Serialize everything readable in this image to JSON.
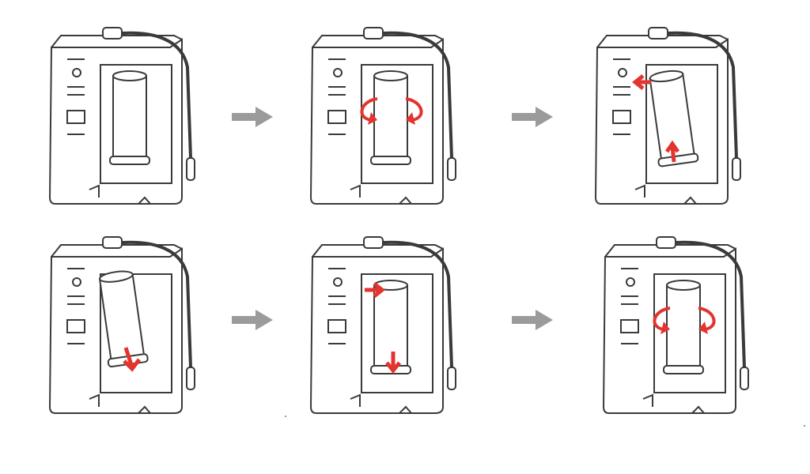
{
  "diagram": {
    "kind": "filter-replacement-steps",
    "colors": {
      "outline": "#3a3a3a",
      "fill": "#ffffff",
      "accent": "#e3342f",
      "flow_arrow": "#9b9b9b"
    },
    "steps": [
      {
        "step": 1,
        "cue": "filter-installed"
      },
      {
        "step": 2,
        "cue": "rotate-filter"
      },
      {
        "step": 3,
        "cue": "tilt-filter-out"
      },
      {
        "step": 4,
        "cue": "insert-filter-tilted"
      },
      {
        "step": 5,
        "cue": "push-filter-in"
      },
      {
        "step": 6,
        "cue": "rotate-to-lock"
      }
    ]
  }
}
